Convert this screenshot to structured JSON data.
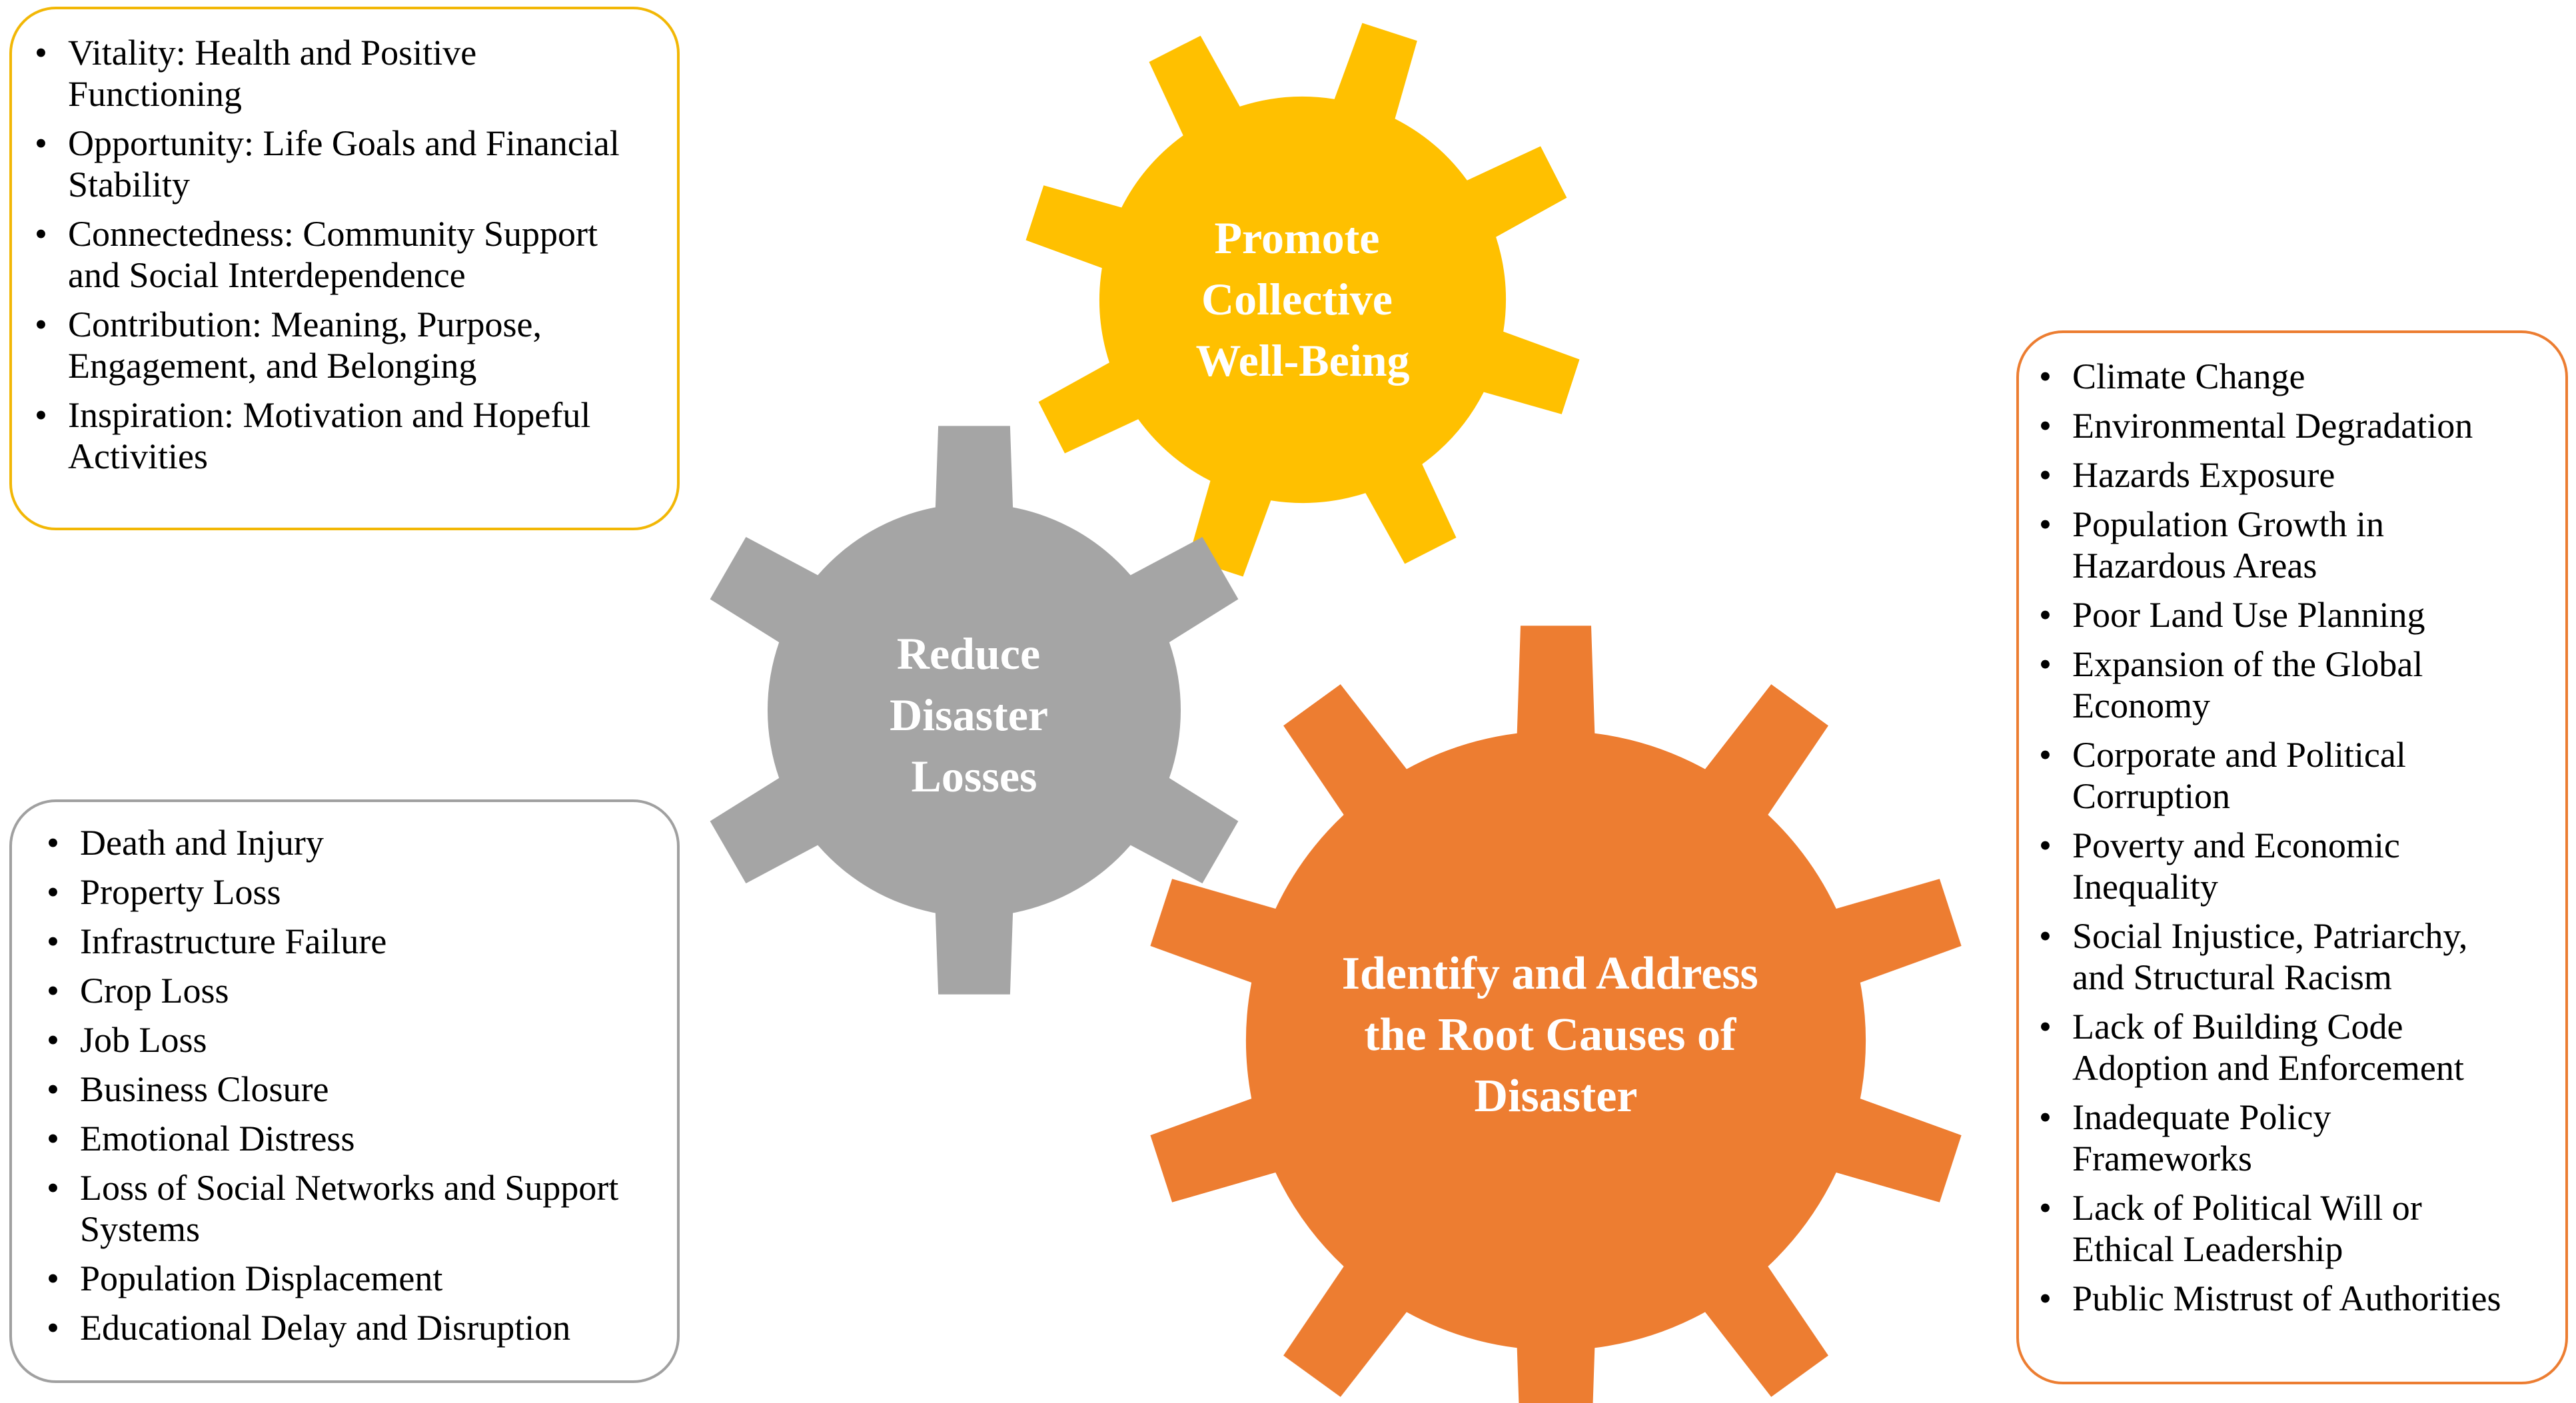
{
  "gears": {
    "wellbeing": {
      "label_lines": [
        "Promote",
        "Collective",
        "Well-Being"
      ],
      "color": "#FFC000"
    },
    "losses": {
      "label_lines": [
        "Reduce",
        "Disaster",
        "Losses"
      ],
      "color": "#A5A5A5"
    },
    "causes": {
      "label_lines": [
        "Identify and Address",
        "the Root Causes of",
        "Disaster"
      ],
      "color": "#ED7D31"
    }
  },
  "wellbeing_box": {
    "border_color": "#F2B705",
    "items": [
      [
        "Vitality: Health and Positive",
        "Functioning"
      ],
      [
        "Opportunity: Life Goals and Financial",
        "Stability"
      ],
      [
        "Connectedness: Community Support",
        "and Social Interdependence"
      ],
      [
        "Contribution: Meaning, Purpose,",
        "Engagement, and Belonging"
      ],
      [
        "Inspiration: Motivation and Hopeful",
        "Activities"
      ]
    ]
  },
  "losses_box": {
    "border_color": "#A0A0A0",
    "items": [
      [
        "Death and Injury"
      ],
      [
        "Property Loss"
      ],
      [
        "Infrastructure Failure"
      ],
      [
        "Crop Loss"
      ],
      [
        "Job Loss"
      ],
      [
        "Business Closure"
      ],
      [
        "Emotional Distress"
      ],
      [
        "Loss of Social Networks and Support",
        "Systems"
      ],
      [
        "Population Displacement"
      ],
      [
        "Educational Delay and Disruption"
      ]
    ]
  },
  "causes_box": {
    "border_color": "#EC7D31",
    "items": [
      [
        "Climate Change"
      ],
      [
        "Environmental Degradation"
      ],
      [
        "Hazards Exposure"
      ],
      [
        "Population Growth in",
        "Hazardous Areas"
      ],
      [
        "Poor Land Use Planning"
      ],
      [
        "Expansion of the Global",
        "Economy"
      ],
      [
        "Corporate and Political",
        "Corruption"
      ],
      [
        "Poverty and Economic",
        "Inequality"
      ],
      [
        "Social Injustice, Patriarchy,",
        "and Structural Racism"
      ],
      [
        "Lack of Building Code",
        "Adoption and Enforcement"
      ],
      [
        "Inadequate Policy",
        "Frameworks"
      ],
      [
        "Lack of Political Will or",
        "Ethical Leadership"
      ],
      [
        "Public Mistrust of Authorities"
      ]
    ]
  }
}
